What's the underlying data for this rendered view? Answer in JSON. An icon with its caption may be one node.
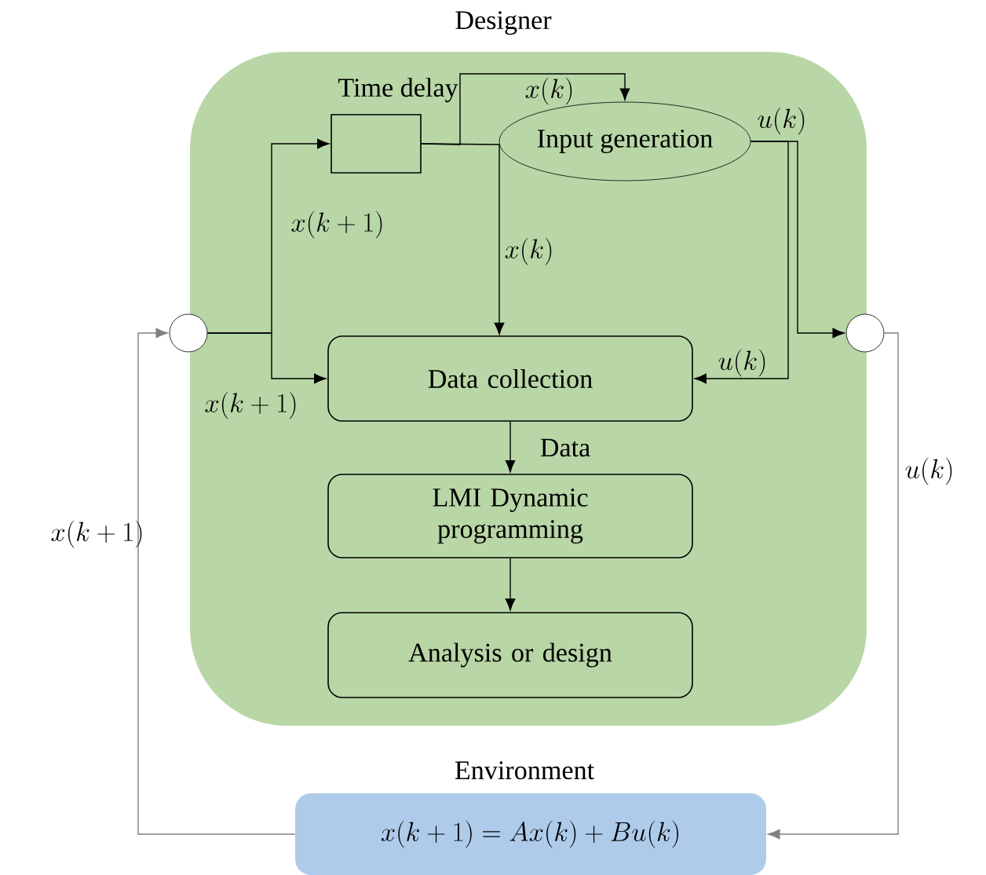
{
  "diagram": {
    "nodes": [
      {
        "text": [
          "Designer"
        ]
      },
      {
        "text": [
          "Time delay"
        ],
        "in": 0
      },
      {
        "text": [
          "Input generation"
        ],
        "in": 0
      },
      {
        "text": [],
        "shape": "circle"
      },
      {
        "text": [],
        "shape": "circle"
      },
      {
        "text": [
          "Data collection"
        ],
        "in": 0
      },
      {
        "text": [
          "LMI Dynamic programming"
        ],
        "in": 0
      },
      {
        "text": [
          "Analysis or design"
        ],
        "in": 0
      },
      {
        "text": [
          "Environment",
          "x(k+1) = Ax(k) + Bu(k)"
        ]
      }
    ],
    "edges": [
      {
        "from": 3,
        "to": 1,
        "arrow": "to",
        "label": "x(k+1)"
      },
      {
        "from": 3,
        "to": 5,
        "arrow": "to",
        "label": "x(k+1)"
      },
      {
        "from": 1,
        "to": 2,
        "arrow": "to",
        "label": "x(k)"
      },
      {
        "from": 1,
        "to": 5,
        "arrow": "to",
        "label": "x(k)"
      },
      {
        "from": 2,
        "to": 5,
        "arrow": "to",
        "label": "u(k)"
      },
      {
        "from": 2,
        "to": 4,
        "arrow": "to",
        "label": "u(k)"
      },
      {
        "from": 5,
        "to": 6,
        "arrow": "to",
        "label": "Data"
      },
      {
        "from": 6,
        "to": 7,
        "arrow": "to"
      },
      {
        "from": 4,
        "to": 8,
        "arrow": "to",
        "label": "u(k)",
        "color": "#808080"
      },
      {
        "from": 8,
        "to": 3,
        "arrow": "to",
        "label": "x(k+1)",
        "color": "#808080"
      }
    ]
  }
}
